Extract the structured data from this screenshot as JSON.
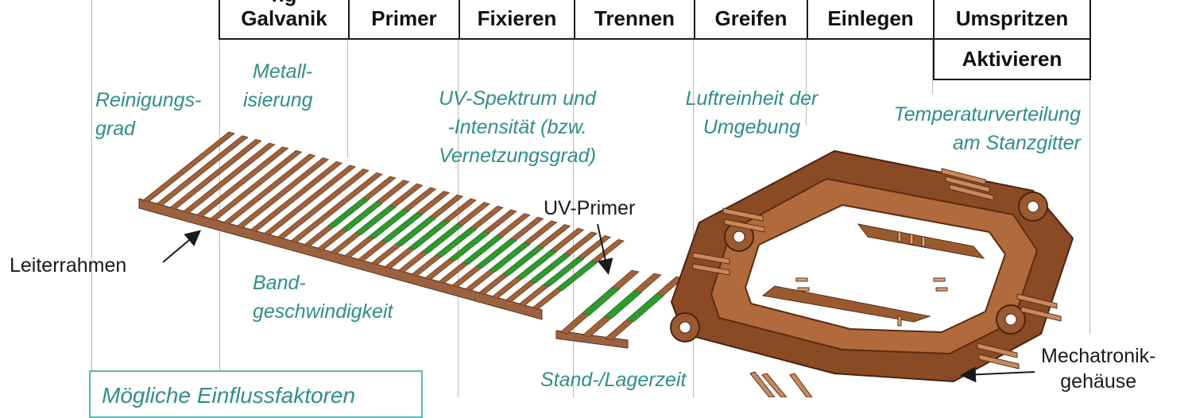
{
  "process_steps": [
    {
      "id": "galvanik",
      "label": "Galvanik",
      "partial_top": "ng"
    },
    {
      "id": "primer",
      "label": "Primer",
      "partial_top": ""
    },
    {
      "id": "fixieren",
      "label": "Fixieren",
      "partial_top": ""
    },
    {
      "id": "trennen",
      "label": "Trennen",
      "partial_top": ""
    },
    {
      "id": "greifen",
      "label": "Greifen",
      "partial_top": ""
    },
    {
      "id": "einlegen",
      "label": "Einlegen",
      "partial_top": ""
    },
    {
      "id": "umspritzen",
      "label": "Umspritzen",
      "partial_top": ""
    }
  ],
  "sub_step": {
    "label": "Aktivieren"
  },
  "influence_factors": {
    "reinigungsgrad": [
      "Reinigungs-",
      "grad"
    ],
    "metallisierung": [
      "Metall-",
      "isierung"
    ],
    "uv_spektrum": [
      "UV-Spektrum und",
      "-Intensität (bzw.",
      "Vernetzungsgrad)"
    ],
    "luftreinheit": [
      "Luftreinheit der",
      "Umgebung"
    ],
    "temperaturverteilung": [
      "Temperaturverteilung",
      "am Stanzgitter"
    ],
    "bandgeschwindigkeit": [
      "Band-",
      "geschwindigkeit"
    ],
    "standzeit": "Stand-/Lagerzeit"
  },
  "component_labels": {
    "leiterrahmen": "Leiterrahmen",
    "uv_primer": "UV-Primer",
    "mechatronik": [
      "Mechatronik-",
      "gehäuse"
    ]
  },
  "legend_box": {
    "label": "Mögliche Einflussfaktoren"
  },
  "colors": {
    "teal_text": "#2f8f86",
    "copper": "#a0623a",
    "copper_dark": "#6e3c1e",
    "primer_green": "#2e9a2e",
    "frame_brown": "#7a3f1c"
  }
}
